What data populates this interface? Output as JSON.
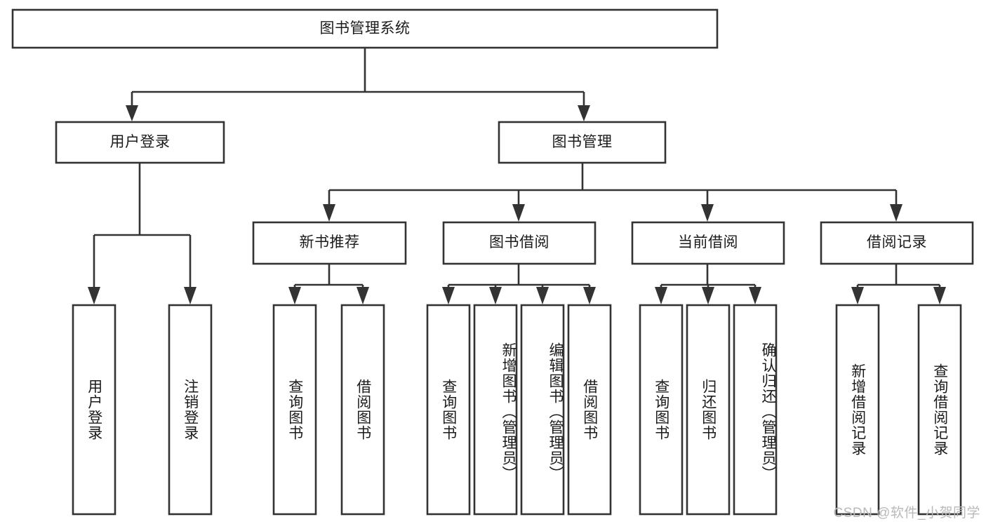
{
  "diagram": {
    "type": "tree-hierarchy-chart",
    "title": "图书管理系统",
    "background_color": "#ffffff",
    "line_color": "#333333",
    "text_color": "#1b1b1b",
    "watermark": "CSDN @软件_小贺同学",
    "levels": [
      {
        "level": 1,
        "nodes": [
          {
            "id": "root",
            "label": "图书管理系统",
            "orientation": "horizontal"
          }
        ]
      },
      {
        "level": 2,
        "nodes": [
          {
            "id": "login",
            "label": "用户登录",
            "orientation": "horizontal",
            "parent": "root"
          },
          {
            "id": "bookmgmt",
            "label": "图书管理",
            "orientation": "horizontal",
            "parent": "root"
          }
        ]
      },
      {
        "level": 3,
        "nodes": [
          {
            "id": "newbook",
            "label": "新书推荐",
            "orientation": "horizontal",
            "parent": "bookmgmt"
          },
          {
            "id": "borrow",
            "label": "图书借阅",
            "orientation": "horizontal",
            "parent": "bookmgmt"
          },
          {
            "id": "current",
            "label": "当前借阅",
            "orientation": "horizontal",
            "parent": "bookmgmt"
          },
          {
            "id": "records",
            "label": "借阅记录",
            "orientation": "horizontal",
            "parent": "bookmgmt"
          }
        ]
      },
      {
        "level": 4,
        "nodes": [
          {
            "id": "leaf1",
            "label": "用户登录",
            "orientation": "vertical",
            "parent": "login"
          },
          {
            "id": "leaf2",
            "label": "注销登录",
            "orientation": "vertical",
            "parent": "login"
          },
          {
            "id": "leaf3",
            "label": "查询图书",
            "orientation": "vertical",
            "parent": "newbook"
          },
          {
            "id": "leaf4",
            "label": "借阅图书",
            "orientation": "vertical",
            "parent": "newbook"
          },
          {
            "id": "leaf5",
            "label": "查询图书",
            "orientation": "vertical",
            "parent": "borrow"
          },
          {
            "id": "leaf6",
            "label": "新增图书（管理员）",
            "orientation": "vertical",
            "parent": "borrow"
          },
          {
            "id": "leaf7",
            "label": "编辑图书（管理员）",
            "orientation": "vertical",
            "parent": "borrow"
          },
          {
            "id": "leaf8",
            "label": "借阅图书",
            "orientation": "vertical",
            "parent": "borrow"
          },
          {
            "id": "leaf9",
            "label": "查询图书",
            "orientation": "vertical",
            "parent": "current"
          },
          {
            "id": "leaf10",
            "label": "归还图书",
            "orientation": "vertical",
            "parent": "current"
          },
          {
            "id": "leaf11",
            "label": "确认归还（管理员）",
            "orientation": "vertical",
            "parent": "current"
          },
          {
            "id": "leaf12",
            "label": "新增借阅记录",
            "orientation": "vertical",
            "parent": "records"
          },
          {
            "id": "leaf13",
            "label": "查询借阅记录",
            "orientation": "vertical",
            "parent": "records"
          }
        ]
      }
    ]
  }
}
